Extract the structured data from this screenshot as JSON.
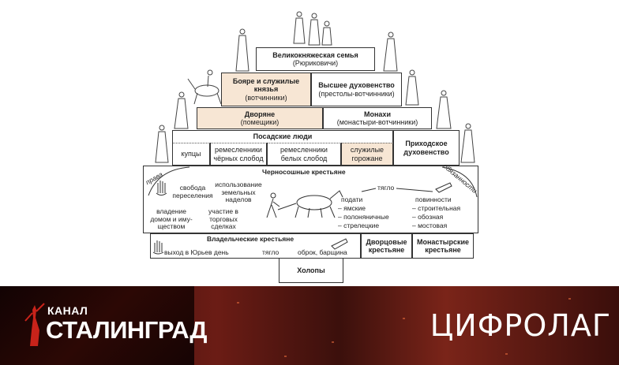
{
  "diagram": {
    "tier1": {
      "title": "Великокняжеская семья",
      "subtitle": "(Рюриковичи)"
    },
    "tier2": {
      "boyars": {
        "title": "Бояре и служилые князья",
        "subtitle": "(вотчинники)"
      },
      "clergy": {
        "title": "Высшее духовенство",
        "subtitle": "(престолы-вотчинники)"
      }
    },
    "tier3": {
      "nobles": {
        "title": "Дворяне",
        "subtitle": "(помещики)"
      },
      "monks": {
        "title": "Монахи",
        "subtitle": "(монастыри-вотчинники)"
      }
    },
    "tier4": {
      "townsfolk": {
        "title": "Посадские люди",
        "groups": [
          "купцы",
          "ремесленники чёрных слобод",
          "ремесленники белых слобод",
          "служилые горожане"
        ]
      },
      "parish": {
        "title": "Приходское духовенство"
      }
    },
    "tier5": {
      "title": "Черносошные крестьяне",
      "rights_label": "права",
      "duties_label": "обязанности",
      "rights": [
        "свобода переселения",
        "использование земельных наделов",
        "владение домом и иму-ществом",
        "участие в торговых сделках"
      ],
      "tyaglo": "тягло",
      "taxes_title": "подати",
      "taxes": [
        "– ямские",
        "– полоняничные",
        "– стрелецкие"
      ],
      "duties_title": "повинности",
      "duties": [
        "– строительная",
        "– обозная",
        "– мостовая"
      ]
    },
    "tier6": {
      "owners": {
        "title": "Владельческие крестьяне",
        "items": [
          "выход в Юрьев день",
          "тягло",
          "оброк, барщина"
        ]
      },
      "palace": {
        "title": "Дворцовые крестьяне"
      },
      "monastery": {
        "title": "Монастырские крестьяне"
      }
    },
    "tier7": {
      "title": "Холопы"
    }
  },
  "banner": {
    "channel_prefix": "КАНАЛ",
    "channel_name": "СТАЛИНГРАД",
    "show_title": "ЦИФРОЛАГ"
  },
  "colors": {
    "shade": "#f7e6d4",
    "banner_dark": "#2a0906",
    "banner_red": "#7a2419"
  }
}
